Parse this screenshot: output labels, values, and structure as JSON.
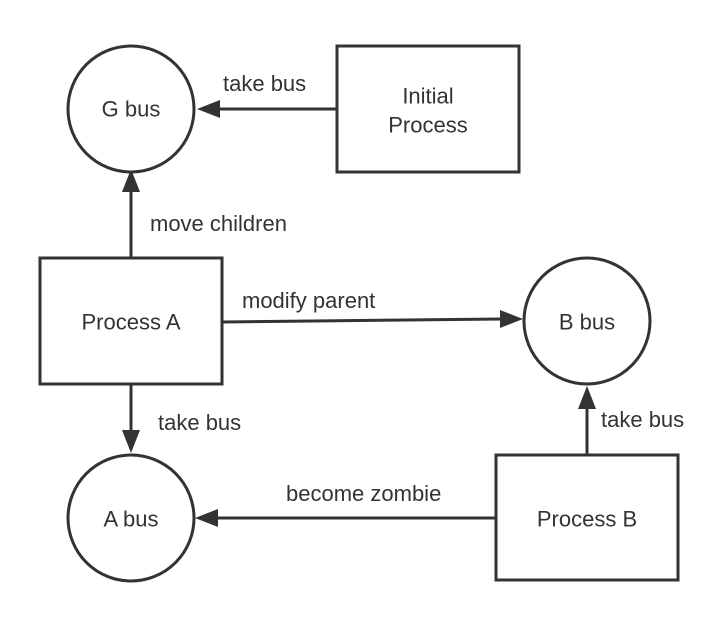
{
  "nodes": {
    "g_bus": {
      "label": "G bus",
      "shape": "circle"
    },
    "initial_process": {
      "label_line1": "Initial",
      "label_line2": "Process",
      "shape": "rectangle"
    },
    "process_a": {
      "label": "Process A",
      "shape": "rectangle"
    },
    "b_bus": {
      "label": "B bus",
      "shape": "circle"
    },
    "a_bus": {
      "label": "A bus",
      "shape": "circle"
    },
    "process_b": {
      "label": "Process B",
      "shape": "rectangle"
    }
  },
  "edges": {
    "initial_to_gbus": {
      "from": "Initial Process",
      "to": "G bus",
      "label": "take bus"
    },
    "processa_to_gbus": {
      "from": "Process A",
      "to": "G bus",
      "label": "move children"
    },
    "processa_to_bbus": {
      "from": "Process A",
      "to": "B bus",
      "label": "modify parent"
    },
    "processa_to_abus": {
      "from": "Process A",
      "to": "A bus",
      "label": "take bus"
    },
    "processb_to_abus": {
      "from": "Process B",
      "to": "A bus",
      "label": "become zombie"
    },
    "processb_to_bbus": {
      "from": "Process B",
      "to": "B bus",
      "label": "take bus"
    }
  },
  "colors": {
    "stroke": "#333333",
    "text": "#333333",
    "background": "#ffffff"
  }
}
